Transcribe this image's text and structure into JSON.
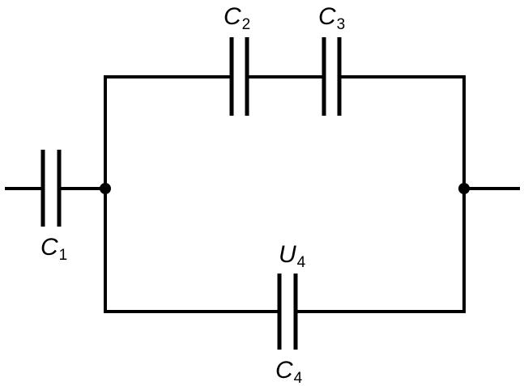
{
  "labels": {
    "c1": {
      "symbol": "C",
      "sub": "1"
    },
    "c2": {
      "symbol": "C",
      "sub": "2"
    },
    "c3": {
      "symbol": "C",
      "sub": "3"
    },
    "c4": {
      "symbol": "C",
      "sub": "4"
    },
    "u4": {
      "symbol": "U",
      "sub": "4"
    }
  }
}
